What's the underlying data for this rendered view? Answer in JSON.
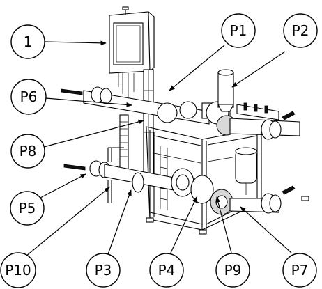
{
  "callouts": [
    {
      "id": "c1",
      "label": "1"
    },
    {
      "id": "p1",
      "label": "P1"
    },
    {
      "id": "p2",
      "label": "P2"
    },
    {
      "id": "p6",
      "label": "P6"
    },
    {
      "id": "p8",
      "label": "P8"
    },
    {
      "id": "p5",
      "label": "P5"
    },
    {
      "id": "p10",
      "label": "P10"
    },
    {
      "id": "p3",
      "label": "P3"
    },
    {
      "id": "p4",
      "label": "P4"
    },
    {
      "id": "p9",
      "label": "P9"
    },
    {
      "id": "p7",
      "label": "P7"
    }
  ]
}
